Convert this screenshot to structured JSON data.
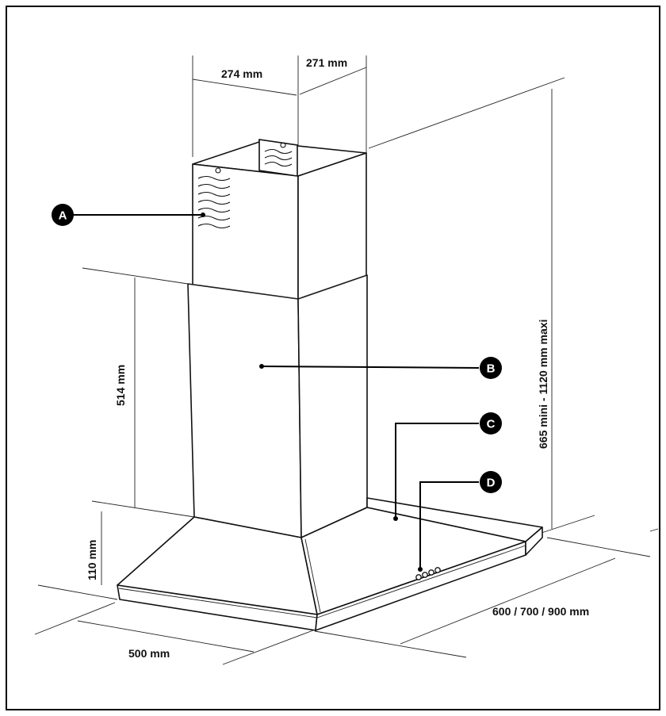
{
  "dimensions": {
    "chimney_width": "274 mm",
    "chimney_depth": "271 mm",
    "lower_chimney_height": "514 mm",
    "canopy_height": "110 mm",
    "total_height": "665 mini - 1120 mm maxi",
    "hood_depth": "500 mm",
    "hood_width": "600 / 700 / 900 mm"
  },
  "callouts": {
    "a": "A",
    "b": "B",
    "c": "C",
    "d": "D"
  },
  "colors": {
    "line": "#111111",
    "callout_fill": "#000000",
    "callout_text": "#ffffff"
  }
}
